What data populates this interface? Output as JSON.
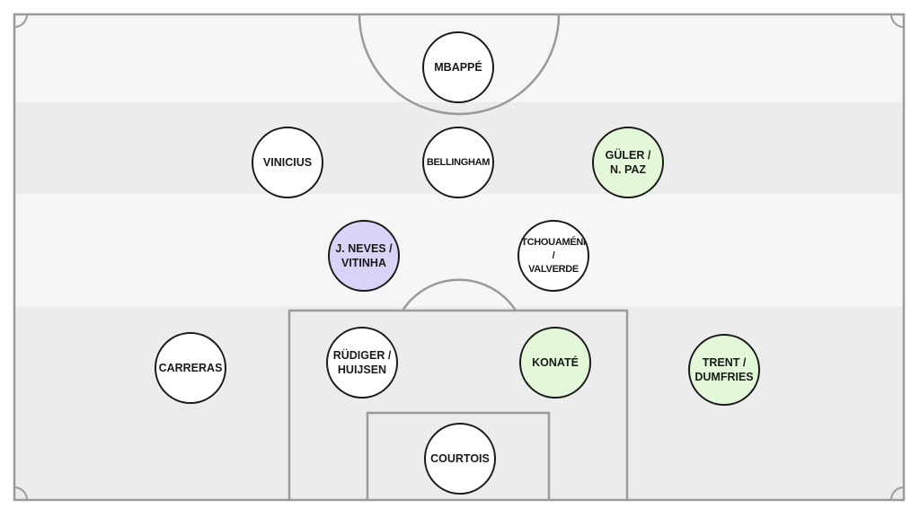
{
  "pitch": {
    "stripe_light": "#f6f6f6",
    "stripe_dark": "#ececec",
    "line_color": "#9a9a9a"
  },
  "players": [
    {
      "id": "mbappe",
      "label": "MBAPPÉ",
      "color": "white"
    },
    {
      "id": "vinicius",
      "label": "VINICIUS",
      "color": "white"
    },
    {
      "id": "bellingham",
      "label": "BELLINGHAM",
      "color": "white"
    },
    {
      "id": "guler-npaz",
      "label": "GÜLER /\nN. PAZ",
      "color": "green"
    },
    {
      "id": "jneves-vitinha",
      "label": "J. NEVES /\nVITINHA",
      "color": "purple"
    },
    {
      "id": "tchouameni-valverde",
      "label": "TCHOUAMÉNI /\nVALVERDE",
      "color": "white"
    },
    {
      "id": "carreras",
      "label": "CARRERAS",
      "color": "white"
    },
    {
      "id": "rudiger-huijsen",
      "label": "RÜDIGER /\nHUIJSEN",
      "color": "white"
    },
    {
      "id": "konate",
      "label": "KONATÉ",
      "color": "green"
    },
    {
      "id": "trent-dumfries",
      "label": "TRENT /\nDUMFRIES",
      "color": "green"
    },
    {
      "id": "courtois",
      "label": "COURTOIS",
      "color": "white"
    }
  ],
  "colors": {
    "green": "#e3f8d8",
    "purple": "#d9d4f7",
    "white": "#ffffff"
  }
}
